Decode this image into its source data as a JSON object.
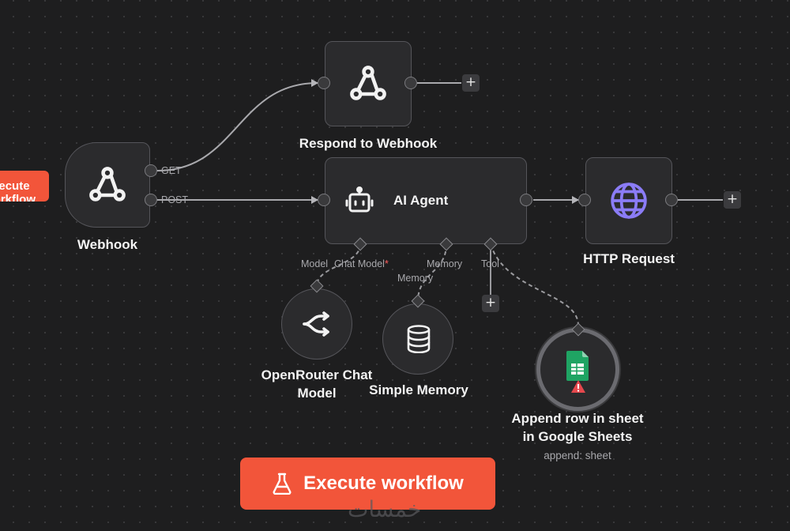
{
  "side_button": {
    "label": "Execute workflow"
  },
  "nodes": {
    "webhook": {
      "name": "Webhook",
      "icon": "webhook-icon",
      "outputs": [
        "GET",
        "POST"
      ]
    },
    "respond_to_webhook": {
      "name": "Respond to Webhook",
      "icon": "webhook-icon"
    },
    "ai_agent": {
      "name": "AI Agent",
      "icon": "robot-icon",
      "inputs": {
        "chat_model": "Chat Model",
        "required_mark": "*",
        "memory": "Memory",
        "tool": "Tool"
      }
    },
    "http_request": {
      "name": "HTTP Request",
      "icon": "globe-icon",
      "icon_color": "#8b7cf6"
    },
    "openrouter_chat_model": {
      "name_line1": "OpenRouter Chat",
      "name_line2": "Model",
      "icon": "openrouter-icon",
      "port_label": "Model"
    },
    "simple_memory": {
      "name": "Simple Memory",
      "icon": "database-icon",
      "port_label": "Memory"
    },
    "google_sheets": {
      "name_line1": "Append row in sheet",
      "name_line2": "in Google Sheets",
      "subtitle": "append: sheet",
      "icon": "google-sheets-icon",
      "warning_icon": "warning-icon"
    }
  },
  "add_buttons": {
    "label": "+"
  },
  "execute_button": {
    "label": "Execute workflow",
    "icon": "flask-icon"
  },
  "watermark": {
    "text": "خمسات"
  },
  "colors": {
    "accent": "#f2553a",
    "canvas": "#1e1e1f",
    "node": "#2b2b2d",
    "warning": "#e5484d"
  }
}
